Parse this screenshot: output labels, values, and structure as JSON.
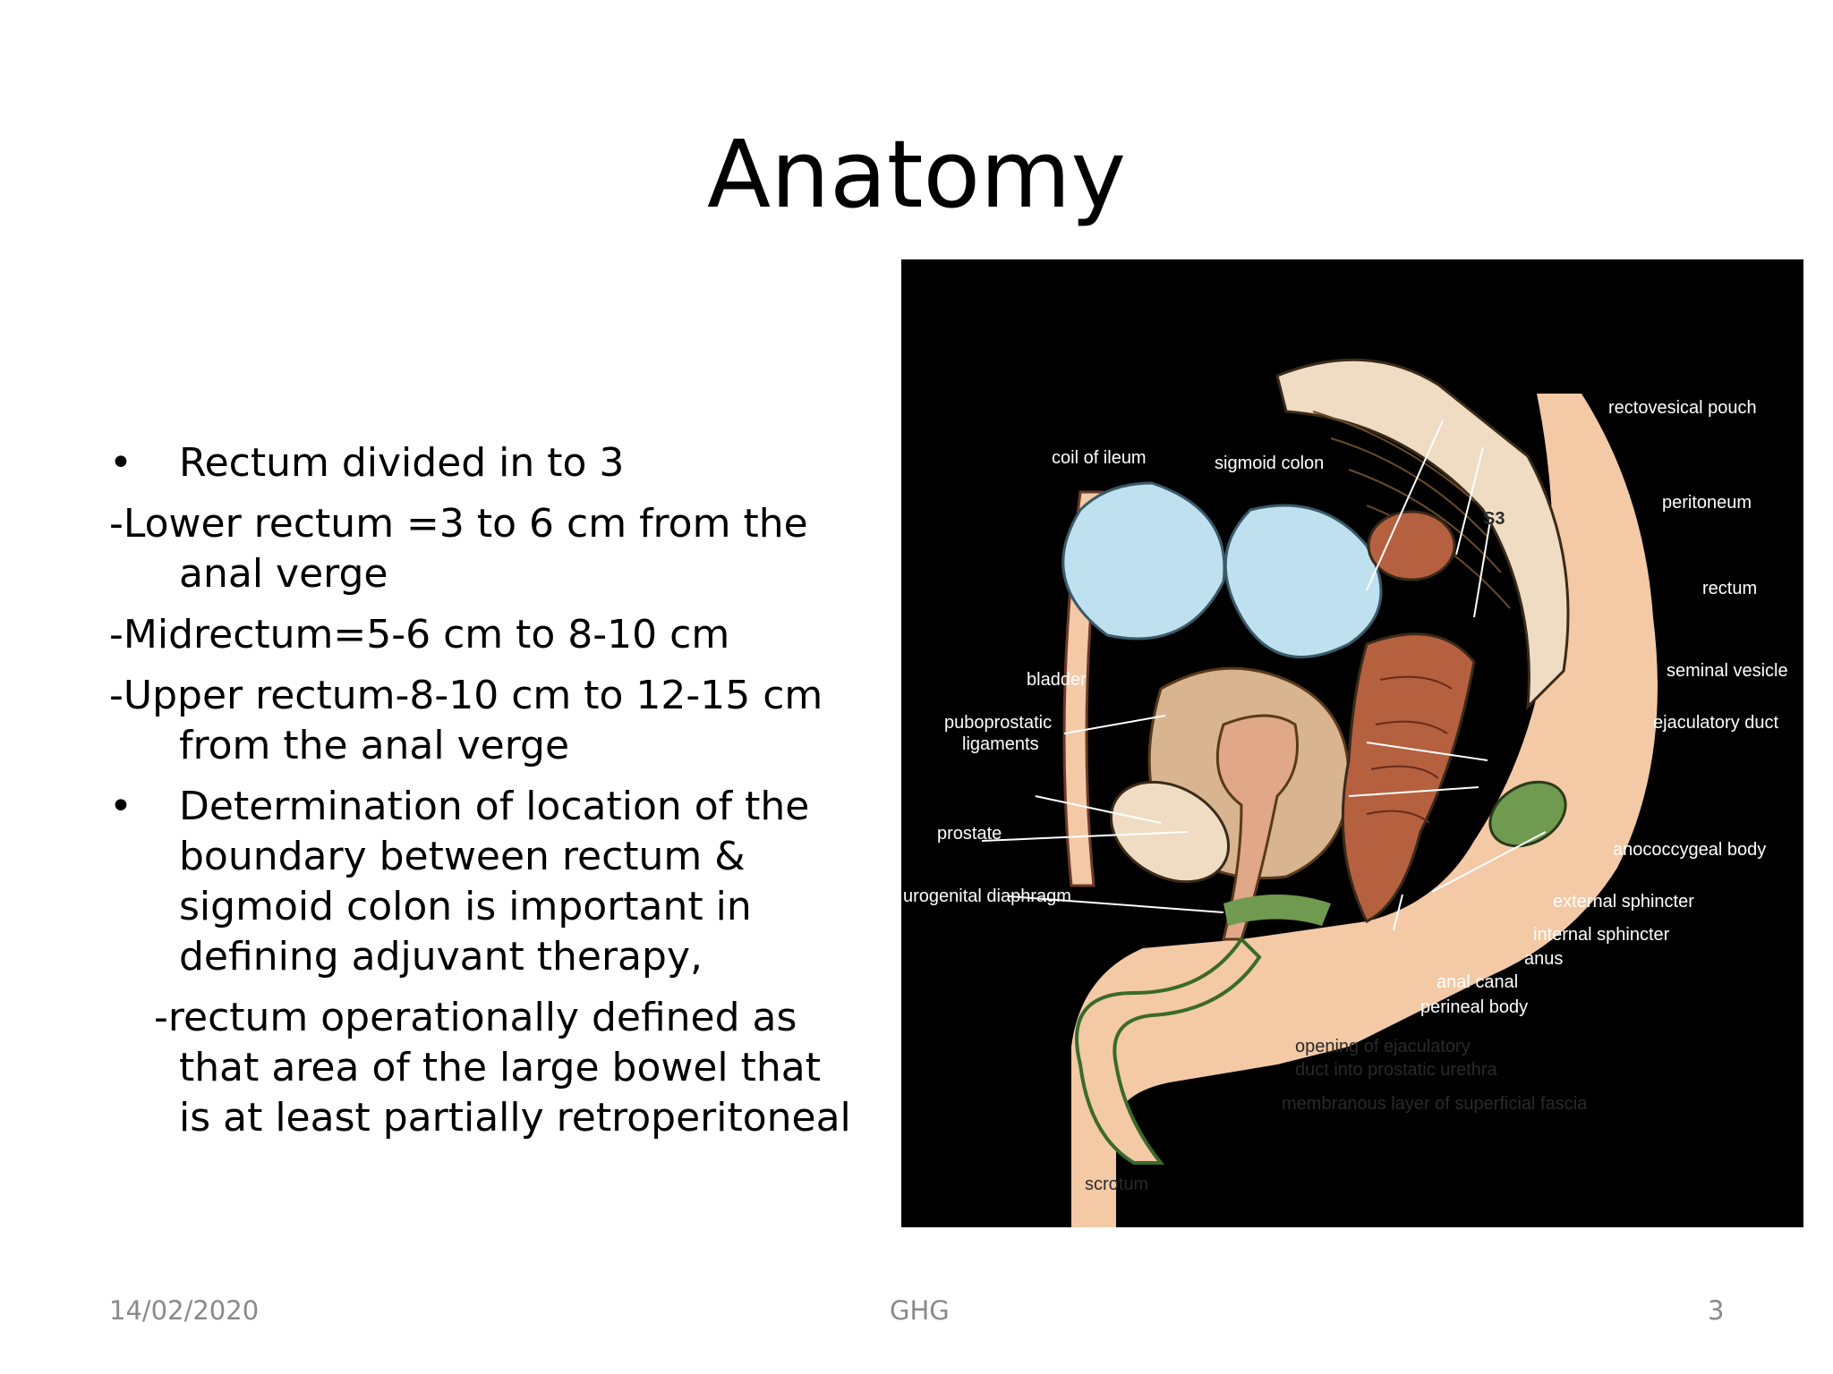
{
  "slide": {
    "title": "Anatomy",
    "bullets": {
      "b1": "Rectum divided in to 3",
      "l1": "-Lower rectum =3 to 6 cm from the",
      "l1b": "anal verge",
      "l2": "-Midrectum=5-6 cm to 8-10 cm",
      "l3": "-Upper rectum-8-10 cm to 12-15 cm",
      "l3b": "from the anal verge",
      "b2a": "Determination of  location of the",
      "b2b": "boundary between rectum &",
      "b2c": "sigmoid colon is important in",
      "b2d": "defining adjuvant therapy,",
      "s1a": "-rectum  operationally defined as",
      "s1b": "that area of the large bowel that",
      "s1c": "is at least partially retroperitoneal",
      "bullet_char": "•"
    },
    "footer": {
      "date": "14/02/2020",
      "center": "GHG",
      "page": "3"
    }
  },
  "figure": {
    "labels": {
      "coil_ileum": "coil of  ileum",
      "sigmoid": "sigmoid colon",
      "rectovesical": "rectovesical pouch",
      "peritoneum": "peritoneum",
      "rectum": "rectum",
      "s3": "S3",
      "bladder": "bladder",
      "puboprostatic1": "puboprostatic",
      "puboprostatic2": "ligaments",
      "seminal": "seminal vesicle",
      "ejaculatory": "ejaculatory duct",
      "prostate": "prostate",
      "anococcygeal": "anococcygeal body",
      "urogenital": "urogenital diaphragm",
      "ext_sphincter": "external sphincter",
      "int_sphincter": "internal sphincter",
      "anus": "anus",
      "anal_canal": "anal canal",
      "perineal": "perineal body",
      "opening1": "opening of ejaculatory",
      "opening2": "duct into prostatic urethra",
      "membranous": "membranous layer of superficial fascia",
      "scrotum": "scrotum"
    },
    "colors": {
      "background": "#000000",
      "skin": "#f3c9a6",
      "bone": "#efdcc2",
      "ileum": "#bfe0ee",
      "bladder": "#d8b590",
      "rectum_wall": "#b5603f",
      "green": "#6f9a4f",
      "prostate": "#e0a888"
    }
  }
}
